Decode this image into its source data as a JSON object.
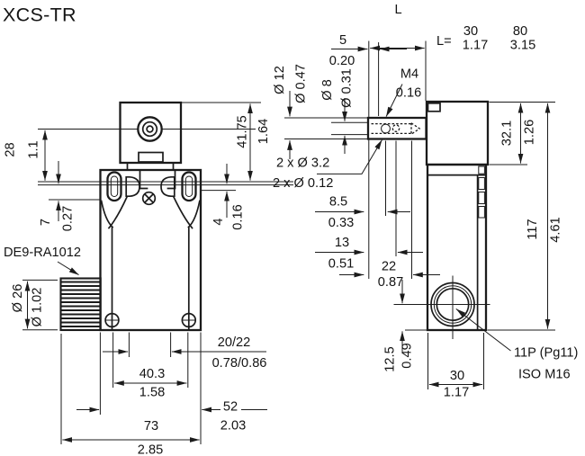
{
  "title": "XCS-TR",
  "colors": {
    "ink": "#1b1b1b",
    "background": "#ffffff"
  },
  "front_view": {
    "product_ref": "DE9-RA1012",
    "axis_height": {
      "mm": "28",
      "in": "1.1"
    },
    "head_height": {
      "mm": "41.75",
      "in": "1.64"
    },
    "slot_upper_offset": {
      "mm": "7",
      "in": "0.27"
    },
    "slot_lower_offset": {
      "mm": "4",
      "in": "0.16"
    },
    "connector_dia": {
      "mm": "Ø 26",
      "in": "Ø 1.02"
    },
    "fixing_centres": {
      "mm": "20/22",
      "in": "0.78/0.86"
    },
    "fixing_width": {
      "mm": "40.3",
      "in": "1.58"
    },
    "body_width": {
      "mm": "52",
      "in": "2.03"
    },
    "overall_width": {
      "mm": "73",
      "in": "2.85"
    }
  },
  "side_view": {
    "lever_length_symbol": "L",
    "lever_length_prefix": "L=",
    "lever_lengths": [
      {
        "mm": "30",
        "in": "1.17"
      },
      {
        "mm": "80",
        "in": "3.15"
      }
    ],
    "hole_offset": {
      "mm": "5",
      "in": "0.20"
    },
    "lever_dia": {
      "mm": "Ø 12",
      "in": "Ø 0.47"
    },
    "lever_flat": {
      "mm": "Ø 8",
      "in": "Ø 0.31"
    },
    "thread": {
      "mm": "M4",
      "in": "0.16"
    },
    "lever_holes": {
      "mm": "2 x Ø 3.2",
      "in": "2 x Ø 0.12"
    },
    "hole_depth_1": {
      "mm": "8.5",
      "in": "0.33"
    },
    "hole_depth_2": {
      "mm": "13",
      "in": "0.51"
    },
    "hole_depth_3": {
      "mm": "22",
      "in": "0.87"
    },
    "head_height": {
      "mm": "32.1",
      "in": "1.26"
    },
    "overall_height": {
      "mm": "117",
      "in": "4.61"
    },
    "gland_height": {
      "mm": "12.5",
      "in": "0.49"
    },
    "body_depth": {
      "mm": "30",
      "in": "1.17"
    },
    "cable_entry": [
      "11P (Pg11)",
      "ISO M16"
    ]
  }
}
